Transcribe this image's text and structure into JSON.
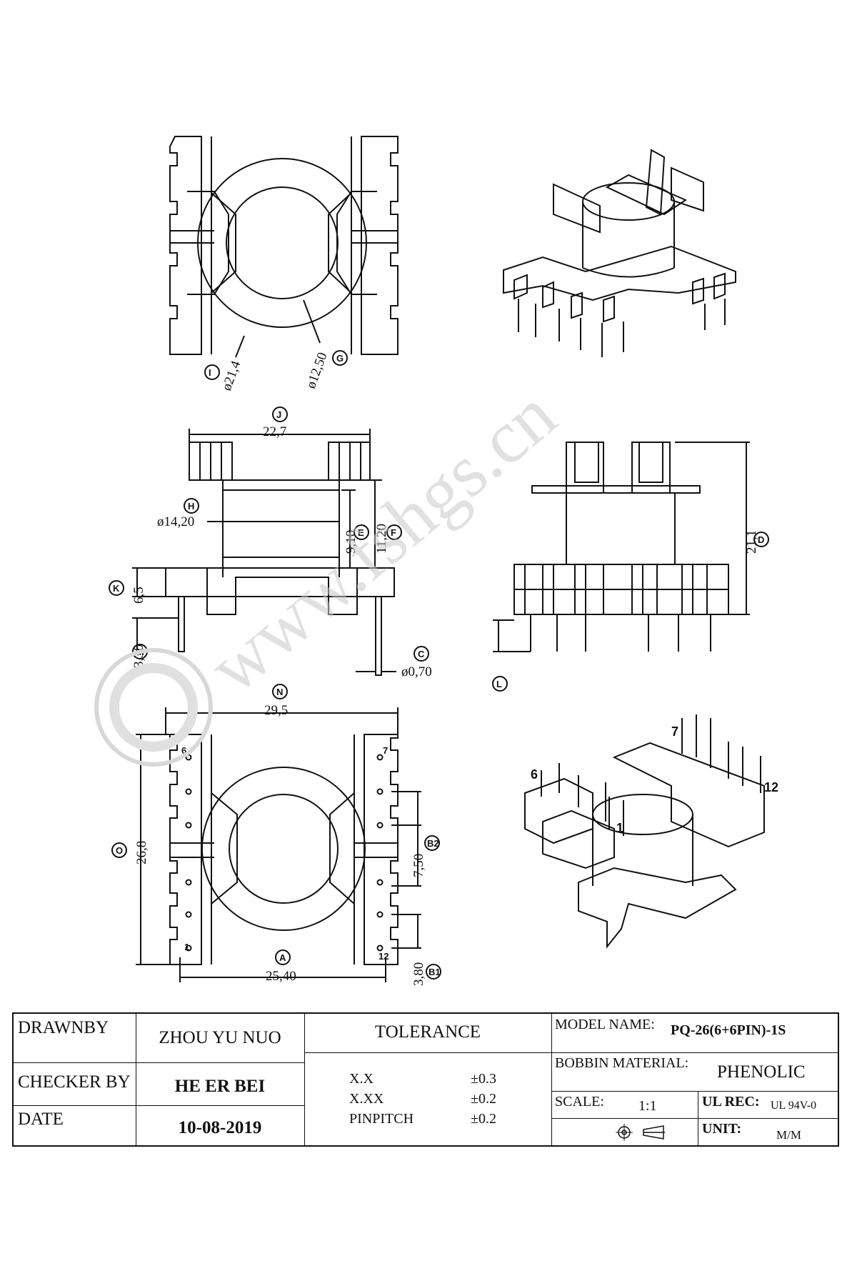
{
  "dims": {
    "d_i": "ø21,4",
    "d_g": "ø12,50",
    "d_j": "22,7",
    "d_h": "ø14,20",
    "d_e": "9,10",
    "d_f": "11,20",
    "d_k": "6,5",
    "d_m": "3,30",
    "d_c": "ø0,70",
    "d_d": "21,1",
    "d_n": "29,5",
    "d_o": "26,8",
    "d_a": "25,40",
    "d_b2": "7,50",
    "d_b1": "3,80"
  },
  "labels": {
    "I": "I",
    "G": "G",
    "J": "J",
    "H": "H",
    "E": "E",
    "F": "F",
    "K": "K",
    "M": "M",
    "C": "C",
    "D": "D",
    "L": "L",
    "N": "N",
    "O": "O",
    "A": "A",
    "B2": "B2",
    "B1": "B1"
  },
  "pins": {
    "p1": "1",
    "p6": "6",
    "p7": "7",
    "p12": "12"
  },
  "watermark": "www.fshgs.cn",
  "title_block": {
    "drawn_by_label": "DRAWNBY",
    "drawn_by": "ZHOU YU NUO",
    "checker_label": "CHECKER BY",
    "checker": "HE ER BEI",
    "date_label": "DATE",
    "date": "10-08-2019",
    "tolerance_label": "TOLERANCE",
    "tol_rows": [
      {
        "key": "X.X",
        "val": "±0.3"
      },
      {
        "key": "X.XX",
        "val": "±0.2"
      },
      {
        "key": "PINPITCH",
        "val": "±0.2"
      }
    ],
    "model_label": "MODEL NAME:",
    "model": "PQ-26(6+6PIN)-1S",
    "material_label": "BOBBIN MATERIAL:",
    "material": "PHENOLIC",
    "scale_label": "SCALE:",
    "scale": "1:1",
    "ul_label": "UL REC:",
    "ul": "UL 94V-0",
    "unit_label": "UNIT:",
    "unit": "M/M"
  }
}
